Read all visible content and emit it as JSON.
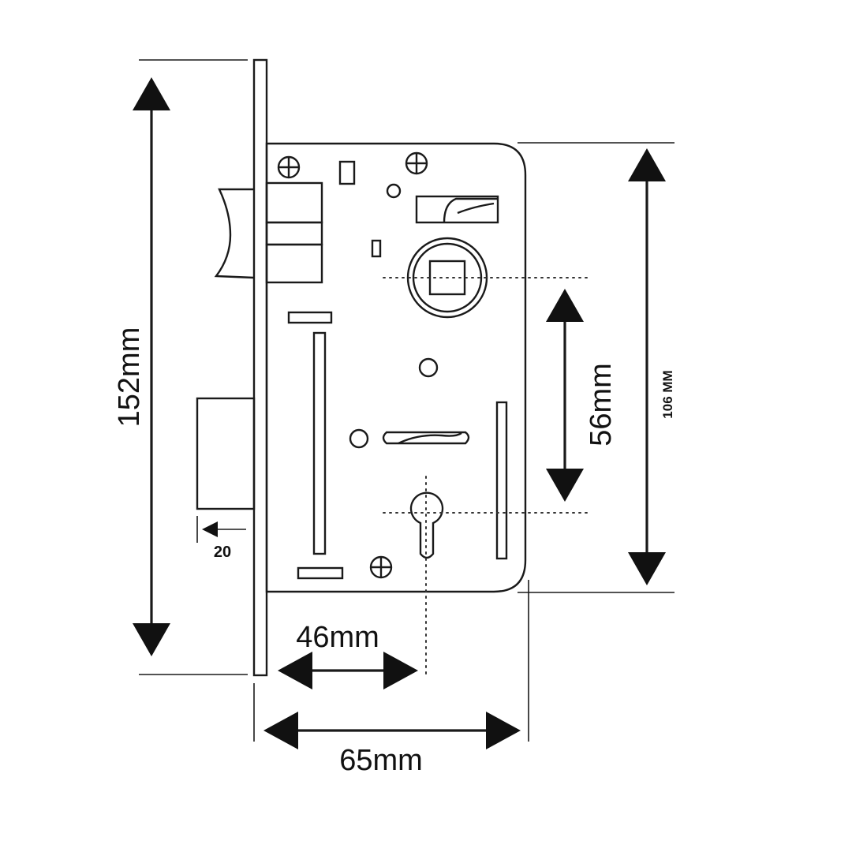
{
  "dimensions": {
    "height_total": "152mm",
    "case_height": "106 MM",
    "center_distance": "56mm",
    "backset": "46mm",
    "case_depth": "65mm",
    "latch_projection": "20"
  },
  "colors": {
    "line": "#1a1a1a",
    "arrow": "#111111",
    "background": "#ffffff"
  }
}
